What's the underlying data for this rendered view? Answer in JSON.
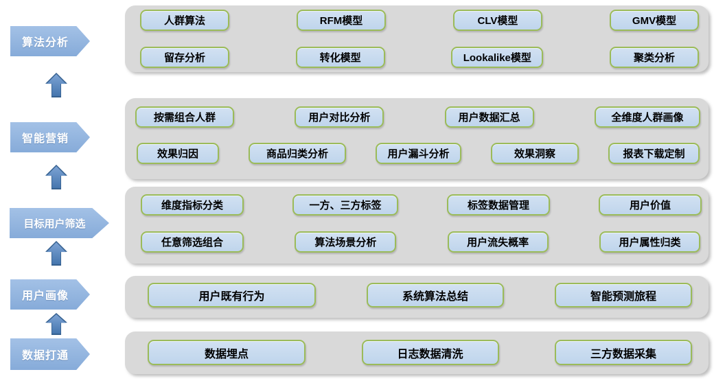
{
  "palette": {
    "panel_bg": "#d9d9d9",
    "button_bg": "#c6d9f0",
    "button_border": "#9bbb59",
    "stage_arrow_bg": "#8fb2dd",
    "stage_arrow_text": "#ffffff",
    "up_arrow_fill": "#4f81bd",
    "up_arrow_border": "#35608f"
  },
  "stages": [
    {
      "label": "算法分析",
      "items_rows": [
        [
          "人群算法",
          "RFM模型",
          "CLV模型",
          "GMV模型"
        ],
        [
          "留存分析",
          "转化模型",
          "Lookalike模型",
          "聚类分析"
        ]
      ]
    },
    {
      "label": "智能营销",
      "items_rows": [
        [
          "按需组合人群",
          "用户对比分析",
          "用户数据汇总",
          "全维度人群画像"
        ],
        [
          "效果归因",
          "商品归类分析",
          "用户漏斗分析",
          "效果洞察",
          "报表下载定制"
        ]
      ]
    },
    {
      "label": "目标用户筛选",
      "items_rows": [
        [
          "维度指标分类",
          "一方、三方标签",
          "标签数据管理",
          "用户价值"
        ],
        [
          "任意筛选组合",
          "算法场景分析",
          "用户流失概率",
          "用户属性归类"
        ]
      ]
    },
    {
      "label": "用户画像",
      "items_rows": [
        [
          "用户既有行为",
          "系统算法总结",
          "智能预测旅程"
        ]
      ]
    },
    {
      "label": "数据打通",
      "items_rows": [
        [
          "数据埋点",
          "日志数据清洗",
          "三方数据采集"
        ]
      ]
    }
  ]
}
